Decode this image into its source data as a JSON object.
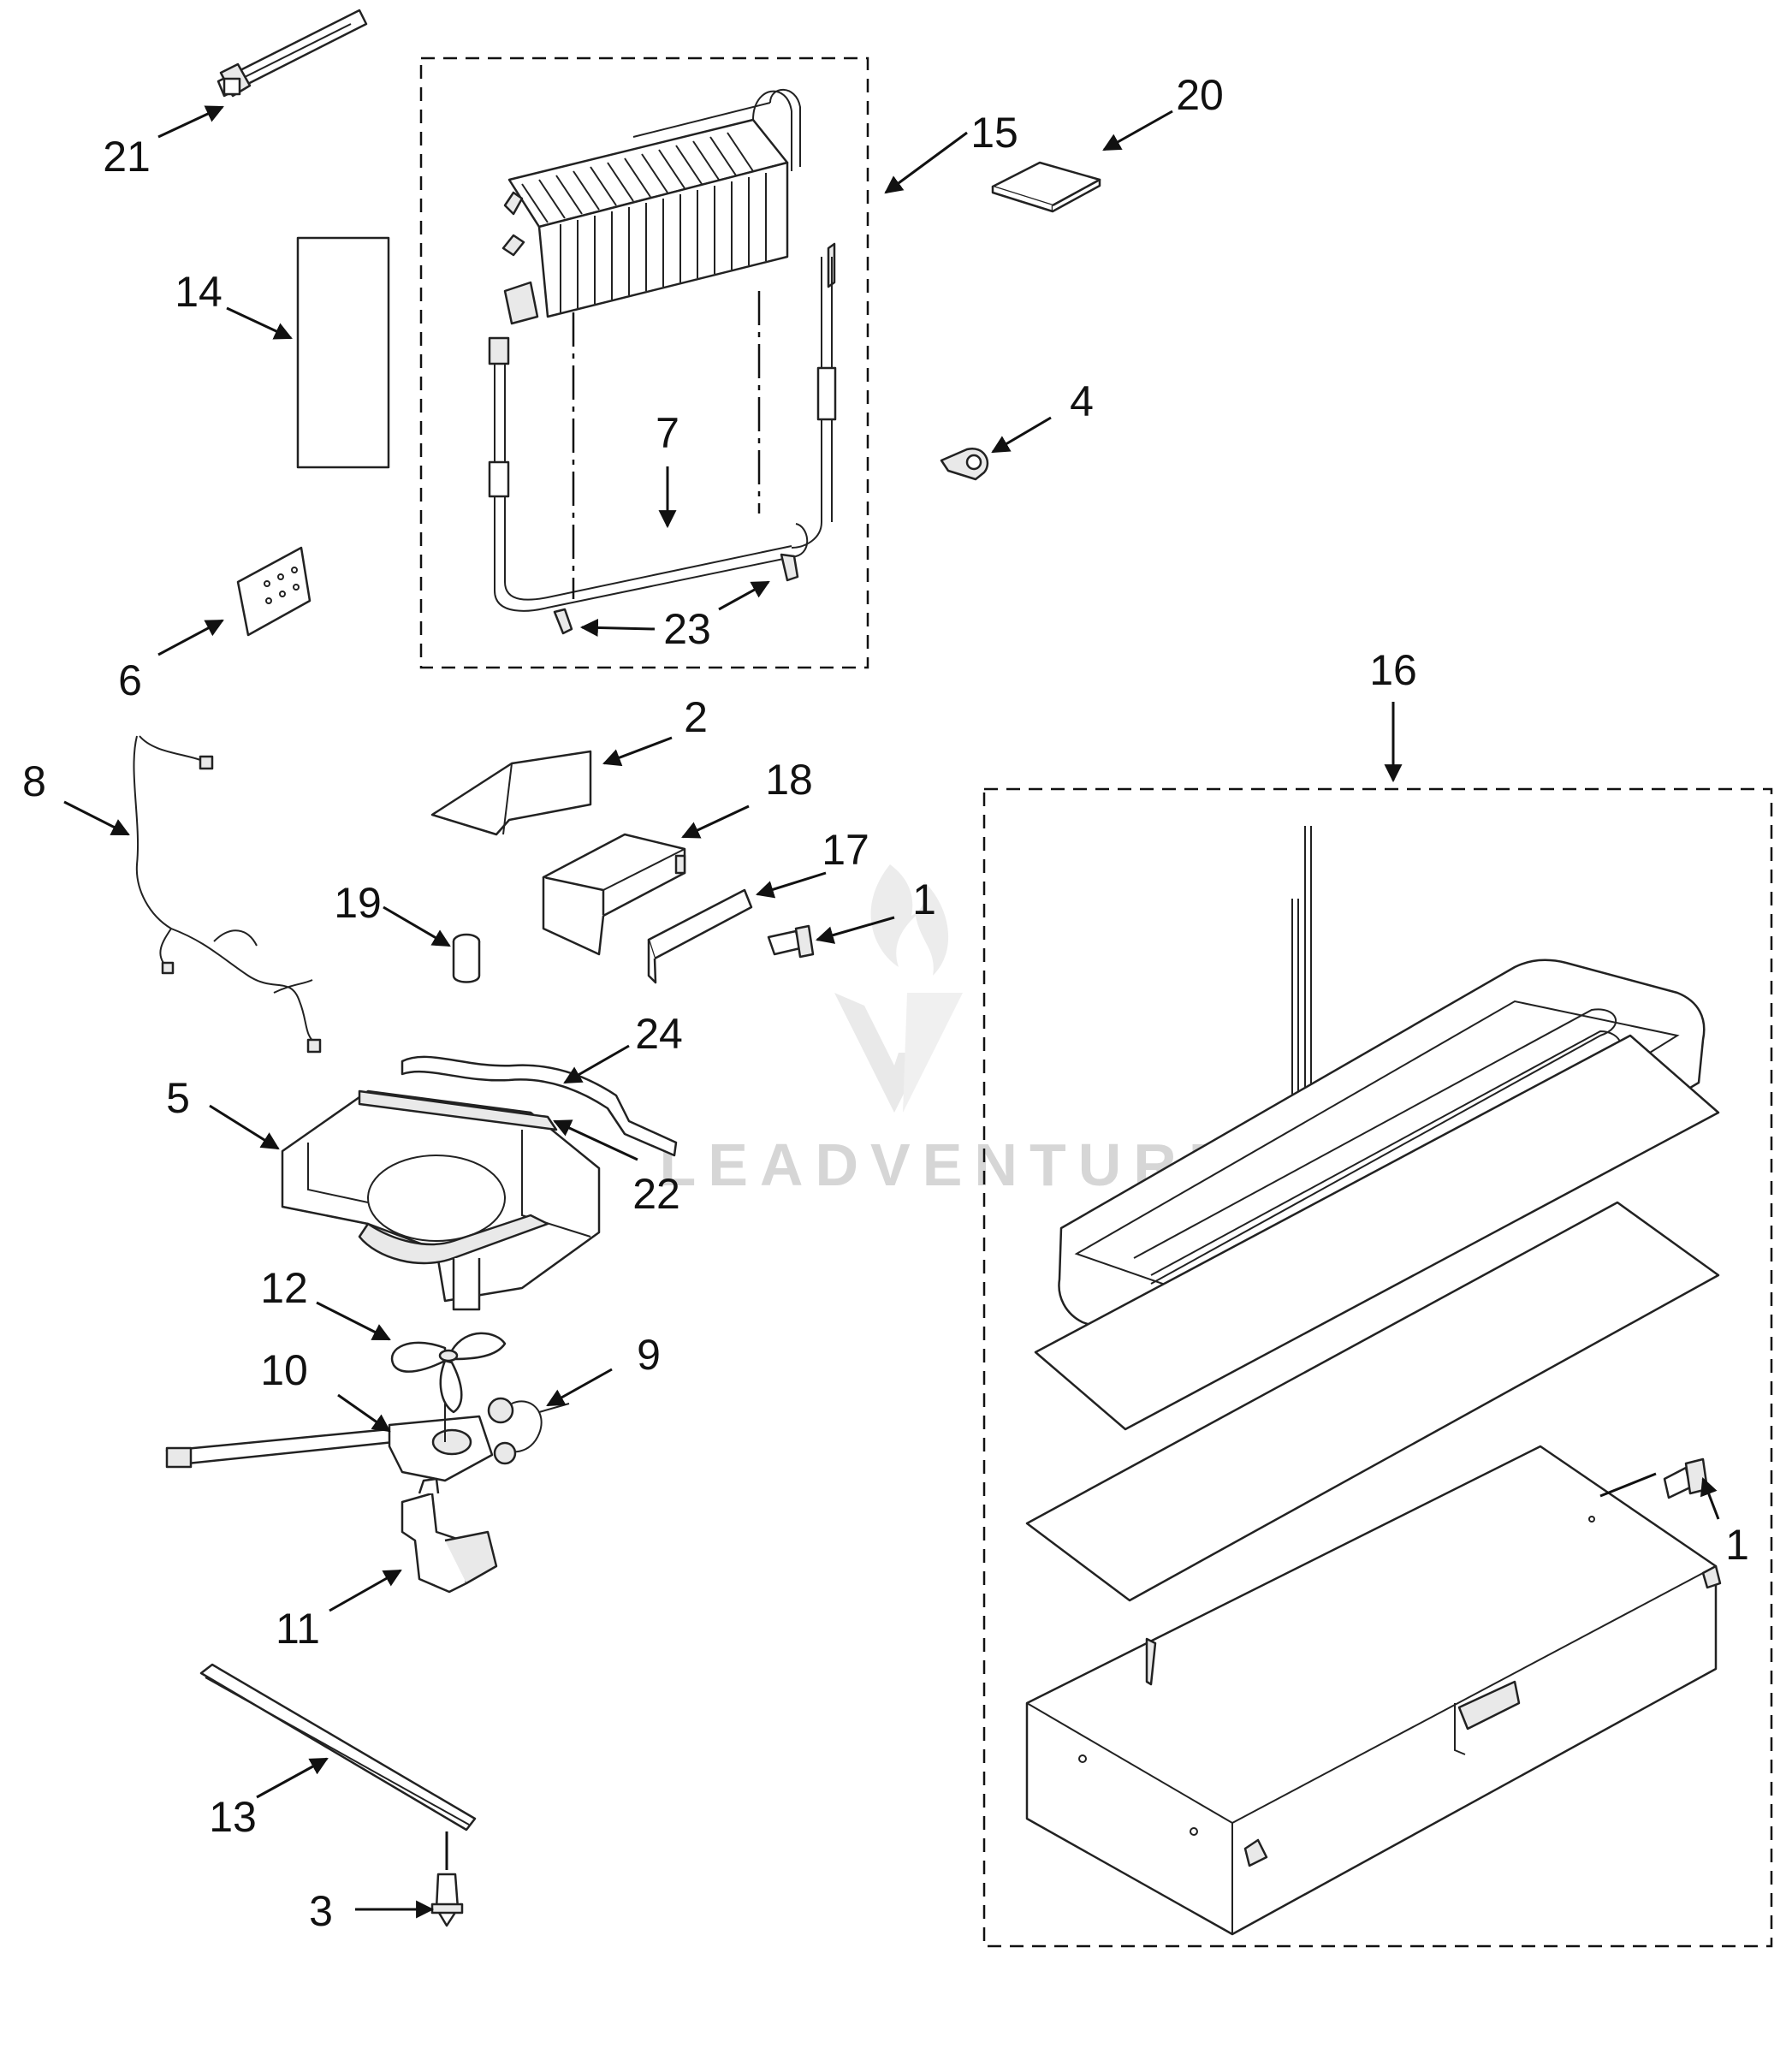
{
  "diagram": {
    "callouts": [
      {
        "id": "c21",
        "label": "21"
      },
      {
        "id": "c15",
        "label": "15"
      },
      {
        "id": "c20",
        "label": "20"
      },
      {
        "id": "c14",
        "label": "14"
      },
      {
        "id": "c4",
        "label": "4"
      },
      {
        "id": "c7",
        "label": "7"
      },
      {
        "id": "c23",
        "label": "23"
      },
      {
        "id": "c6",
        "label": "6"
      },
      {
        "id": "c16",
        "label": "16"
      },
      {
        "id": "c2",
        "label": "2"
      },
      {
        "id": "c8",
        "label": "8"
      },
      {
        "id": "c18",
        "label": "18"
      },
      {
        "id": "c17",
        "label": "17"
      },
      {
        "id": "c1a",
        "label": "1"
      },
      {
        "id": "c19",
        "label": "19"
      },
      {
        "id": "c24",
        "label": "24"
      },
      {
        "id": "c5",
        "label": "5"
      },
      {
        "id": "c22",
        "label": "22"
      },
      {
        "id": "c12",
        "label": "12"
      },
      {
        "id": "c9",
        "label": "9"
      },
      {
        "id": "c10",
        "label": "10"
      },
      {
        "id": "c1b",
        "label": "1"
      },
      {
        "id": "c11",
        "label": "11"
      },
      {
        "id": "c13",
        "label": "13"
      },
      {
        "id": "c3",
        "label": "3"
      }
    ],
    "watermark": {
      "logo": "leadventure-flame-v-logo",
      "text": "LEADVENTURE"
    },
    "colors": {
      "line": "#222222",
      "watermark": "#d6d6d6",
      "background": "#ffffff"
    }
  }
}
